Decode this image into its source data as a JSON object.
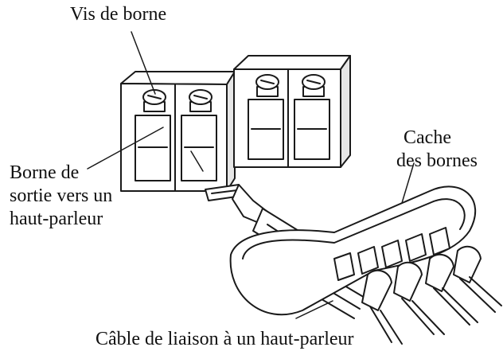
{
  "labels": {
    "terminal_screw": "Vis de borne",
    "terminal_cover_line1": "Cache",
    "terminal_cover_line2": "des bornes",
    "output_terminal_line1": "Borne de",
    "output_terminal_line2": "sortie vers un",
    "output_terminal_line3": "haut-parleur",
    "speaker_cable": "Câble de liaison à un haut-parleur"
  },
  "colors": {
    "line": "#1a1a1a",
    "fill": "#ffffff",
    "shade": "#cfcfcf"
  }
}
